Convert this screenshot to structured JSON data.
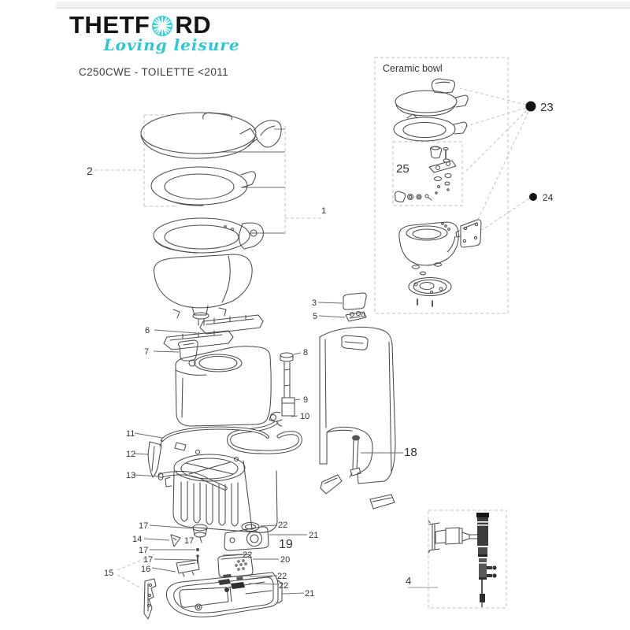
{
  "header": {
    "brand_pre": "THETF",
    "brand_post": "RD",
    "tagline": "Loving leisure",
    "model_title": "C250CWE - TOILETTE <2011"
  },
  "insets": {
    "ceramic_bowl_title": "Ceramic bowl"
  },
  "part_labels": {
    "p1": "1",
    "p2": "2",
    "p3": "3",
    "p4": "4",
    "p5": "5",
    "p6": "6",
    "p7": "7",
    "p8": "8",
    "p9": "9",
    "p10": "10",
    "p11": "11",
    "p12": "12",
    "p13": "13",
    "p14": "14",
    "p15": "15",
    "p16": "16",
    "p17": "17",
    "p18": "18",
    "p19": "19",
    "p20": "20",
    "p21": "21",
    "p22": "22",
    "p23": "23",
    "p24": "24",
    "p25": "25"
  },
  "colors": {
    "accent_cyan": "#3bd0d8",
    "logo_black": "#141414",
    "line_dark": "#4a4a4a",
    "dash_gray": "#c2c2c2",
    "label_text": "#333333",
    "topbar_gray": "#f2f2f2"
  }
}
